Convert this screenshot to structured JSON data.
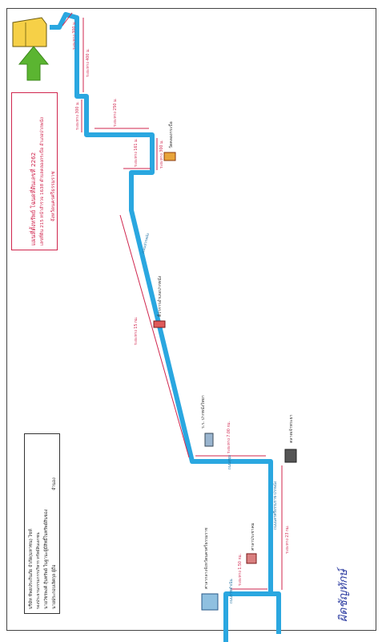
{
  "info": {
    "line1": "แผนที่ตั้งทรัพย์ โฉนดที่ดินเลขที่ 2262",
    "line2": "เลขที่ดิน 215 หน้าสำรวจ 1638 ตำบลคลองกระบือ อำเภอปากพนัง",
    "line3": "จังหวัดนครศรีธรรมราช"
  },
  "legend": {
    "company": "บริษัท ทิพยประกันภัย จำกัด(มหาชน) ไซท์",
    "role1": "รองประธานกรรมการบริหาร ทรัพย์สินเอกชน",
    "name1": "นายวัชรพงศ์ สุ้นทรัพย์ ในฐานะผู้มีสิทธิ์ในทรัพย์สินของ",
    "name2": "นายประกอบเลิศกุล ผู้ถือ",
    "role2": "จำนอง"
  },
  "distances": {
    "d1": "ระยะทาง 300 ม.",
    "d2": "ระยะทาง 400 ม.",
    "d3": "ระยะทาง 250 ม.",
    "d4": "ระยะทาง 300 ม.",
    "d5": "ระยะทาง 161 ม.",
    "d6": "ระยะทาง 300 ม.",
    "d7": "ระยะทาง 15 กม.",
    "d8": "ระยะทาง 7.00 กม.",
    "d9": "ระยะทาง 23 กม.",
    "d10": "ระยะทาง 1.50 กม."
  },
  "landmarks": {
    "temple": "วัดคลองกระบือ",
    "hospital": "ที่ว่าการอำเภอปากพนัง",
    "school": "ร.ร. ปากพนังวิทยา",
    "station": "ตลาดเจ้าพระยา",
    "hall": "ศาลาประชาคม",
    "office": "ศาลากลางจังหวัดนครศรีธรรมราช"
  },
  "roads": {
    "r1": "ถนนปากพนัง",
    "r2": "ถนนสุขุม",
    "r3": "ถนนนครศรีธรรมราช-ปากพนัง",
    "r4": "ถนนราชดำเนิน"
  },
  "signature": "ผิดชัญทักษ์",
  "colors": {
    "route": "#2aa7e0",
    "accent": "#d0264e",
    "site": "#f6d047",
    "arrow": "#5bb531"
  }
}
